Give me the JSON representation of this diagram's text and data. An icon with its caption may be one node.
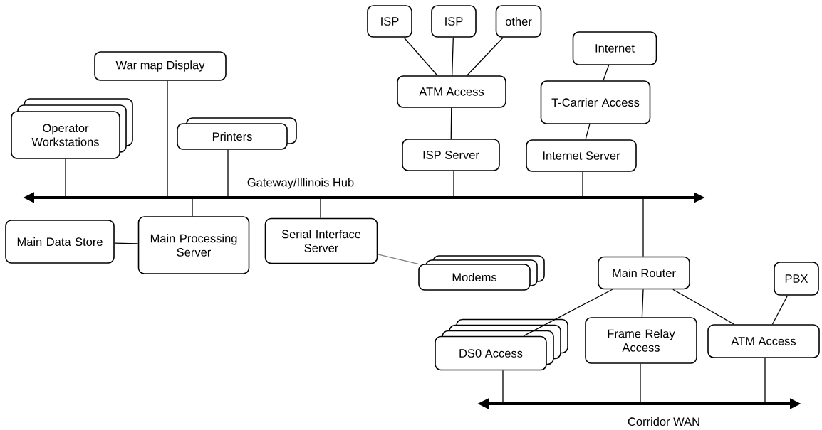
{
  "diagram": {
    "nodes": [
      {
        "text": [
          "ISP"
        ]
      },
      {
        "text": [
          "ISP"
        ]
      },
      {
        "text": [
          "other"
        ]
      },
      {
        "text": [
          "Internet"
        ]
      },
      {
        "text": [
          "War map Display"
        ]
      },
      {
        "text": [
          "ATM Access"
        ]
      },
      {
        "text": [
          "T-Carrier Access"
        ]
      },
      {
        "text": [
          "Operator Workstations"
        ]
      },
      {
        "text": [
          "Printers"
        ]
      },
      {
        "text": [
          "ISP Server"
        ]
      },
      {
        "text": [
          "Internet Server"
        ]
      },
      {
        "text": [
          "Gateway/Illinois Hub"
        ]
      },
      {
        "text": [
          "Main Data Store"
        ]
      },
      {
        "text": [
          "Main Processing Server"
        ]
      },
      {
        "text": [
          "Serial Interface Server"
        ]
      },
      {
        "text": [
          "Modems"
        ]
      },
      {
        "text": [
          "Main Router"
        ]
      },
      {
        "text": [
          "PBX"
        ]
      },
      {
        "text": [
          "DS0 Access"
        ]
      },
      {
        "text": [
          "Frame Relay Access"
        ]
      },
      {
        "text": [
          "ATM Access"
        ]
      },
      {
        "text": [
          "Corridor WAN"
        ]
      }
    ],
    "edges": [
      {
        "from": 0,
        "to": 5,
        "arrow": "none"
      },
      {
        "from": 1,
        "to": 5,
        "arrow": "none"
      },
      {
        "from": 2,
        "to": 5,
        "arrow": "none"
      },
      {
        "from": 3,
        "to": 6,
        "arrow": "none"
      },
      {
        "from": 5,
        "to": 9,
        "arrow": "none"
      },
      {
        "from": 6,
        "to": 10,
        "arrow": "none"
      },
      {
        "from": 7,
        "to": 11,
        "arrow": "none"
      },
      {
        "from": 4,
        "to": 11,
        "arrow": "none"
      },
      {
        "from": 8,
        "to": 11,
        "arrow": "none"
      },
      {
        "from": 9,
        "to": 11,
        "arrow": "none"
      },
      {
        "from": 10,
        "to": 11,
        "arrow": "none"
      },
      {
        "from": 13,
        "to": 11,
        "arrow": "none"
      },
      {
        "from": 14,
        "to": 11,
        "arrow": "none"
      },
      {
        "from": 16,
        "to": 11,
        "arrow": "none"
      },
      {
        "from": 12,
        "to": 13,
        "arrow": "none"
      },
      {
        "from": 14,
        "to": 15,
        "arrow": "none",
        "color": "#808080"
      },
      {
        "from": 16,
        "to": 18,
        "arrow": "none"
      },
      {
        "from": 16,
        "to": 19,
        "arrow": "none"
      },
      {
        "from": 16,
        "to": 20,
        "arrow": "none"
      },
      {
        "from": 17,
        "to": 20,
        "arrow": "none"
      },
      {
        "from": 18,
        "to": 21,
        "arrow": "none"
      },
      {
        "from": 19,
        "to": 21,
        "arrow": "none"
      },
      {
        "from": 20,
        "to": 21,
        "arrow": "none"
      }
    ]
  }
}
